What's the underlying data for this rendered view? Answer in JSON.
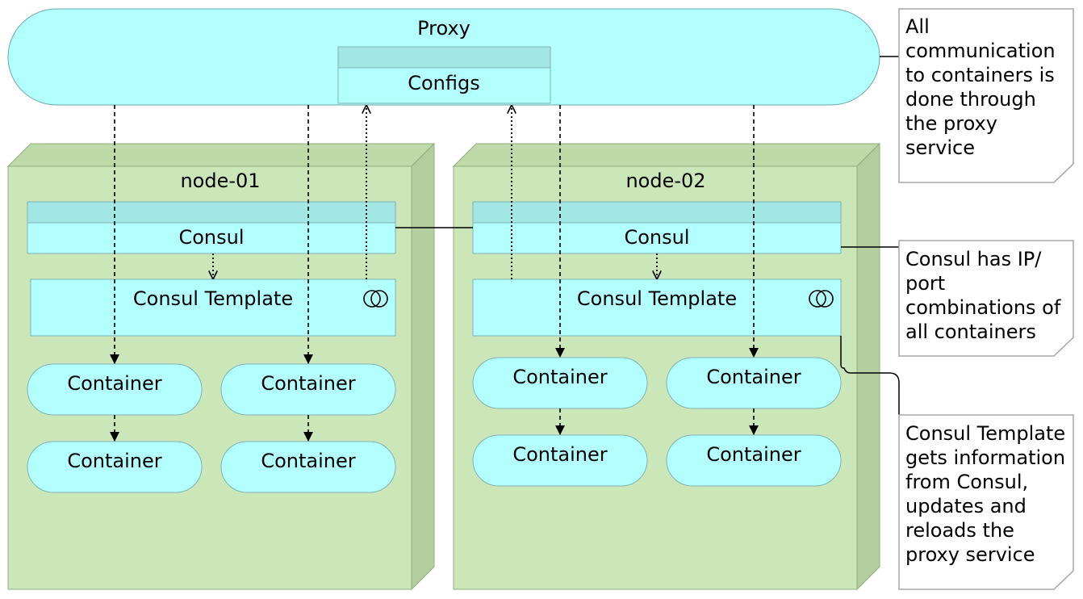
{
  "proxy": {
    "title": "Proxy",
    "configs_label": "Configs"
  },
  "nodes": [
    {
      "title": "node-01",
      "consul_label": "Consul",
      "template_label": "Consul Template",
      "containers": [
        "Container",
        "Container",
        "Container",
        "Container"
      ]
    },
    {
      "title": "node-02",
      "consul_label": "Consul",
      "template_label": "Consul Template",
      "containers": [
        "Container",
        "Container",
        "Container",
        "Container"
      ]
    }
  ],
  "notes": {
    "proxy_note": [
      "All",
      "communication",
      "to containers is",
      "done through",
      "the proxy",
      "service"
    ],
    "consul_note": [
      "Consul has IP/",
      "port",
      "combinations of",
      "all containers"
    ],
    "template_note": [
      "Consul Template",
      "gets information",
      "from Consul,",
      "updates and",
      "reloads the",
      "proxy service"
    ]
  },
  "colors": {
    "component_fill": "#b3ffff",
    "component_header": "#a2e6e6",
    "node_front": "#cbe6b8",
    "node_side": "#b3cfa0",
    "node_top": "#bddaa8",
    "note_border": "#a7a7a7"
  },
  "icons": {
    "template_icon": "overlapping-rings-icon"
  }
}
